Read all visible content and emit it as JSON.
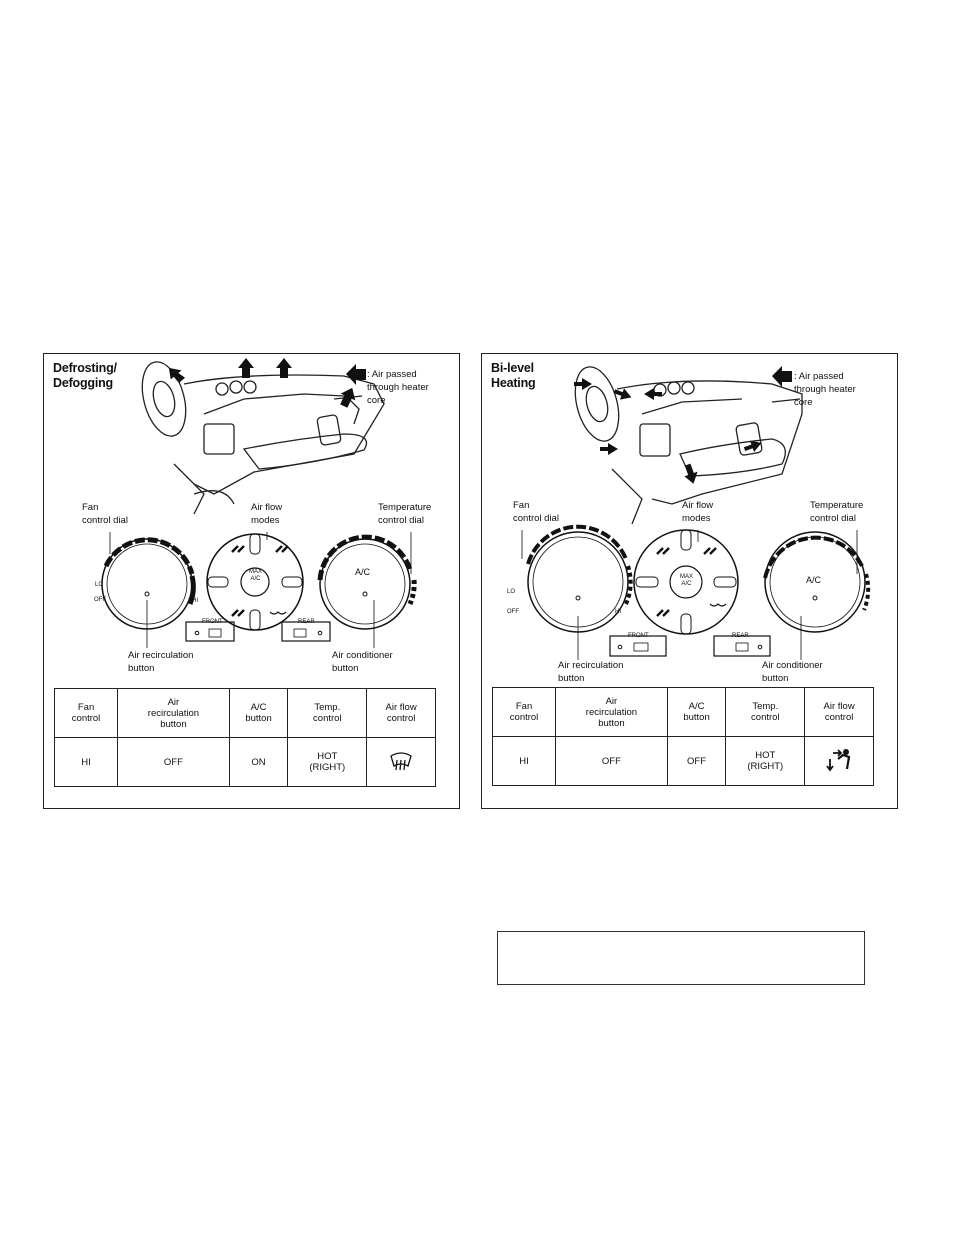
{
  "panels": [
    {
      "title_line1": "Defrosting/",
      "title_line2": "Defogging",
      "legend_line1": ": Air passed",
      "legend_line2": "through heater",
      "legend_line3": "core",
      "fan_label_1": "Fan",
      "fan_label_2": "control dial",
      "airflow_label_1": "Air flow",
      "airflow_label_2": "modes",
      "temp_label_1": "Temperature",
      "temp_label_2": "control dial",
      "recirc_label_1": "Air recirculation",
      "recirc_label_2": "button",
      "ac_label_1": "Air conditioner",
      "ac_label_2": "button",
      "dial_lo": "LO",
      "dial_off": "OFF",
      "dial_hi": "HI",
      "dial_ac": "A/C",
      "max_ac_1": "MAX",
      "max_ac_2": "A/C",
      "front_btn": "FRONT",
      "rear_btn": "REAR",
      "table": {
        "headers": [
          [
            "Fan",
            "control"
          ],
          [
            "Air",
            "recirculation",
            "button"
          ],
          [
            "A/C",
            "button"
          ],
          [
            "Temp.",
            "control"
          ],
          [
            "Air flow",
            "control"
          ]
        ],
        "values": [
          [
            "HI"
          ],
          [
            "OFF"
          ],
          [
            "ON"
          ],
          [
            "HOT",
            "(RIGHT)"
          ],
          []
        ],
        "airflow_icon": "defrost-icon"
      }
    },
    {
      "title_line1": "Bi-level",
      "title_line2": "Heating",
      "legend_line1": ": Air passed",
      "legend_line2": "through heater",
      "legend_line3": "core",
      "fan_label_1": "Fan",
      "fan_label_2": "control dial",
      "airflow_label_1": "Air flow",
      "airflow_label_2": "modes",
      "temp_label_1": "Temperature",
      "temp_label_2": "control dial",
      "recirc_label_1": "Air recirculation",
      "recirc_label_2": "button",
      "ac_label_1": "Air conditioner",
      "ac_label_2": "button",
      "dial_lo": "LO",
      "dial_off": "OFF",
      "dial_hi": "HI",
      "dial_ac": "A/C",
      "max_ac_1": "MAX",
      "max_ac_2": "A/C",
      "front_btn": "FRONT",
      "rear_btn": "REAR",
      "table": {
        "headers": [
          [
            "Fan",
            "control"
          ],
          [
            "Air",
            "recirculation",
            "button"
          ],
          [
            "A/C",
            "button"
          ],
          [
            "Temp.",
            "control"
          ],
          [
            "Air flow",
            "control"
          ]
        ],
        "values": [
          [
            "HI"
          ],
          [
            "OFF"
          ],
          [
            "OFF"
          ],
          [
            "HOT",
            "(RIGHT)"
          ],
          []
        ],
        "airflow_icon": "bi-level-icon"
      }
    }
  ]
}
